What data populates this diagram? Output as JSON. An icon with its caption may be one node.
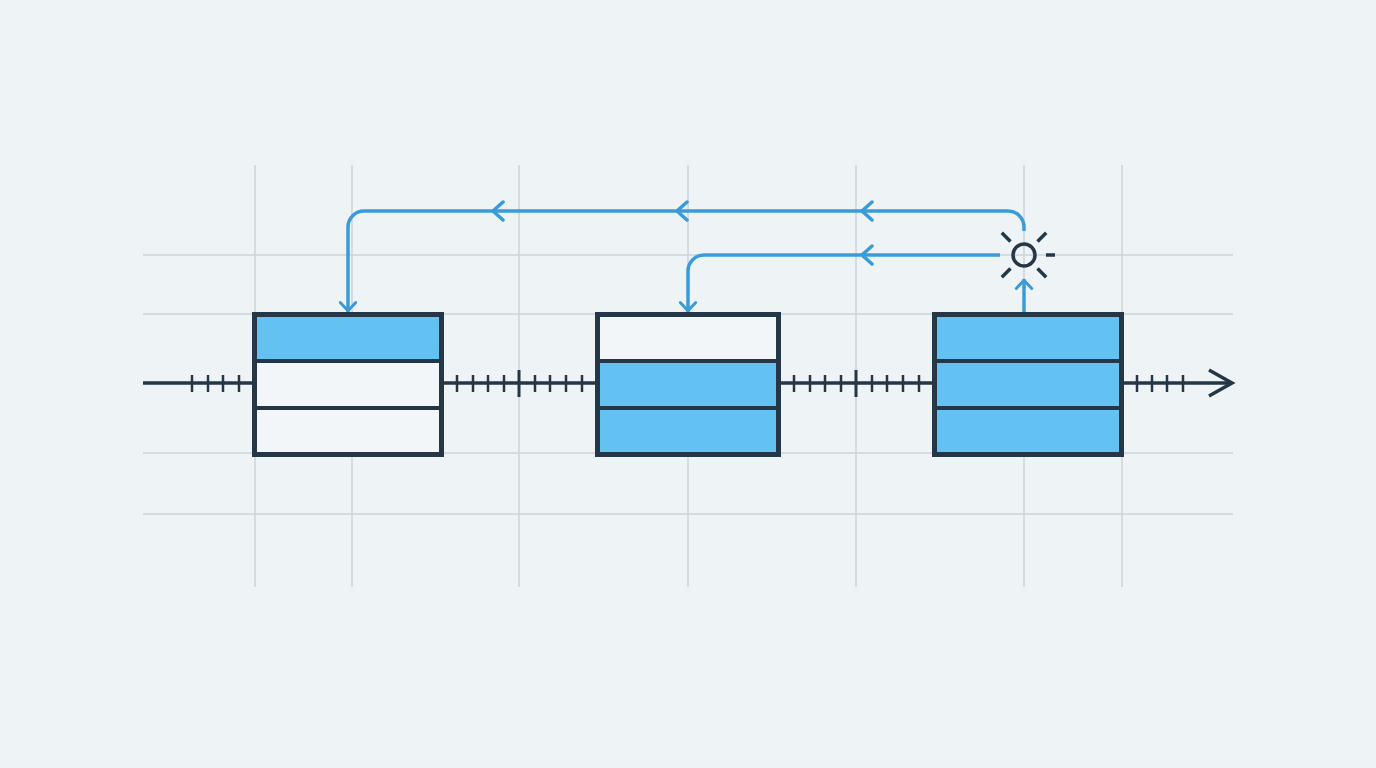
{
  "diagram": {
    "nodes": [
      {
        "text": [],
        "shape": "box"
      },
      {
        "text": [],
        "shape": "box"
      },
      {
        "text": [],
        "shape": "box"
      },
      {
        "text": [],
        "shape": "sun"
      }
    ],
    "edges": [
      {
        "from": 2,
        "to": 3,
        "arrow": "to"
      },
      {
        "from": 3,
        "to": 0,
        "arrow": "to"
      },
      {
        "from": 3,
        "to": 1,
        "arrow": "to"
      }
    ]
  }
}
